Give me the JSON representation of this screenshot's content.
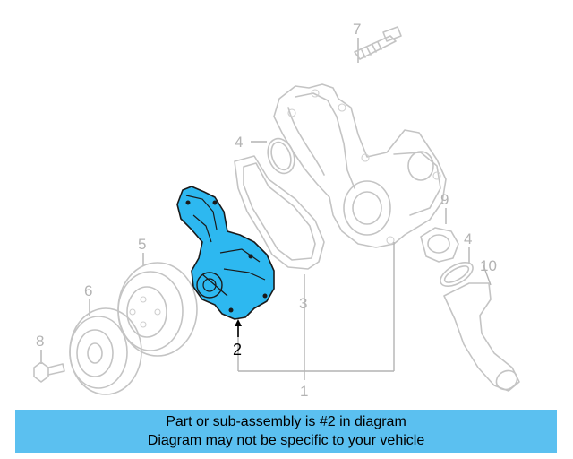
{
  "diagram": {
    "highlight_color": "#2db8f0",
    "labels": {
      "p1": "1",
      "p2": "2",
      "p3": "3",
      "p4a": "4",
      "p4b": "4",
      "p5": "5",
      "p6": "6",
      "p7": "7",
      "p8": "8",
      "p9": "9",
      "p10": "10"
    }
  },
  "caption": {
    "line1": "Part or sub-assembly is #2 in diagram",
    "line2": "Diagram may not be specific to your vehicle",
    "background": "#5bc0f0"
  }
}
